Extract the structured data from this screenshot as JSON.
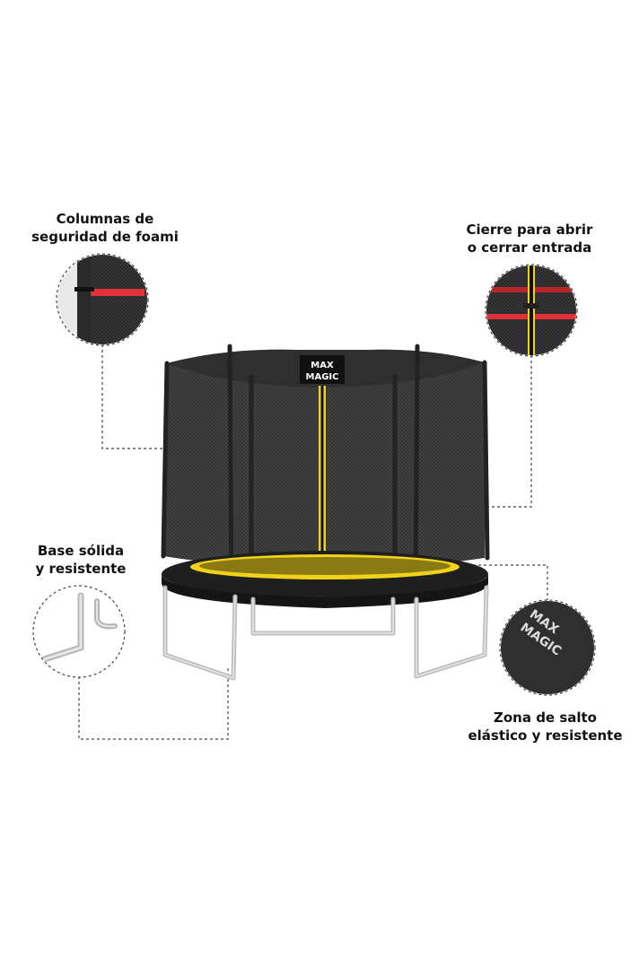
{
  "brand": {
    "line1": "MAX",
    "line2": "MAGIC"
  },
  "callouts": {
    "columns": {
      "line1": "Columnas de",
      "line2": "seguridad de foami",
      "icon": "foam-pole-detail-icon"
    },
    "zipper": {
      "line1": "Cierre para abrir",
      "line2": "o cerrar entrada",
      "icon": "zipper-detail-icon"
    },
    "base": {
      "line1": "Base sólida",
      "line2": "y resistente",
      "icon": "leg-detail-icon"
    },
    "zone": {
      "line1": "Zona de salto",
      "line2": "elástico y resistente",
      "icon": "jump-mat-detail-icon"
    }
  },
  "colors": {
    "net": "#2b2b2b",
    "frame": "#1a1a1a",
    "pad_accent": "#f1d21a",
    "strap": "#e2333a",
    "leg": "#c9c9c9"
  }
}
